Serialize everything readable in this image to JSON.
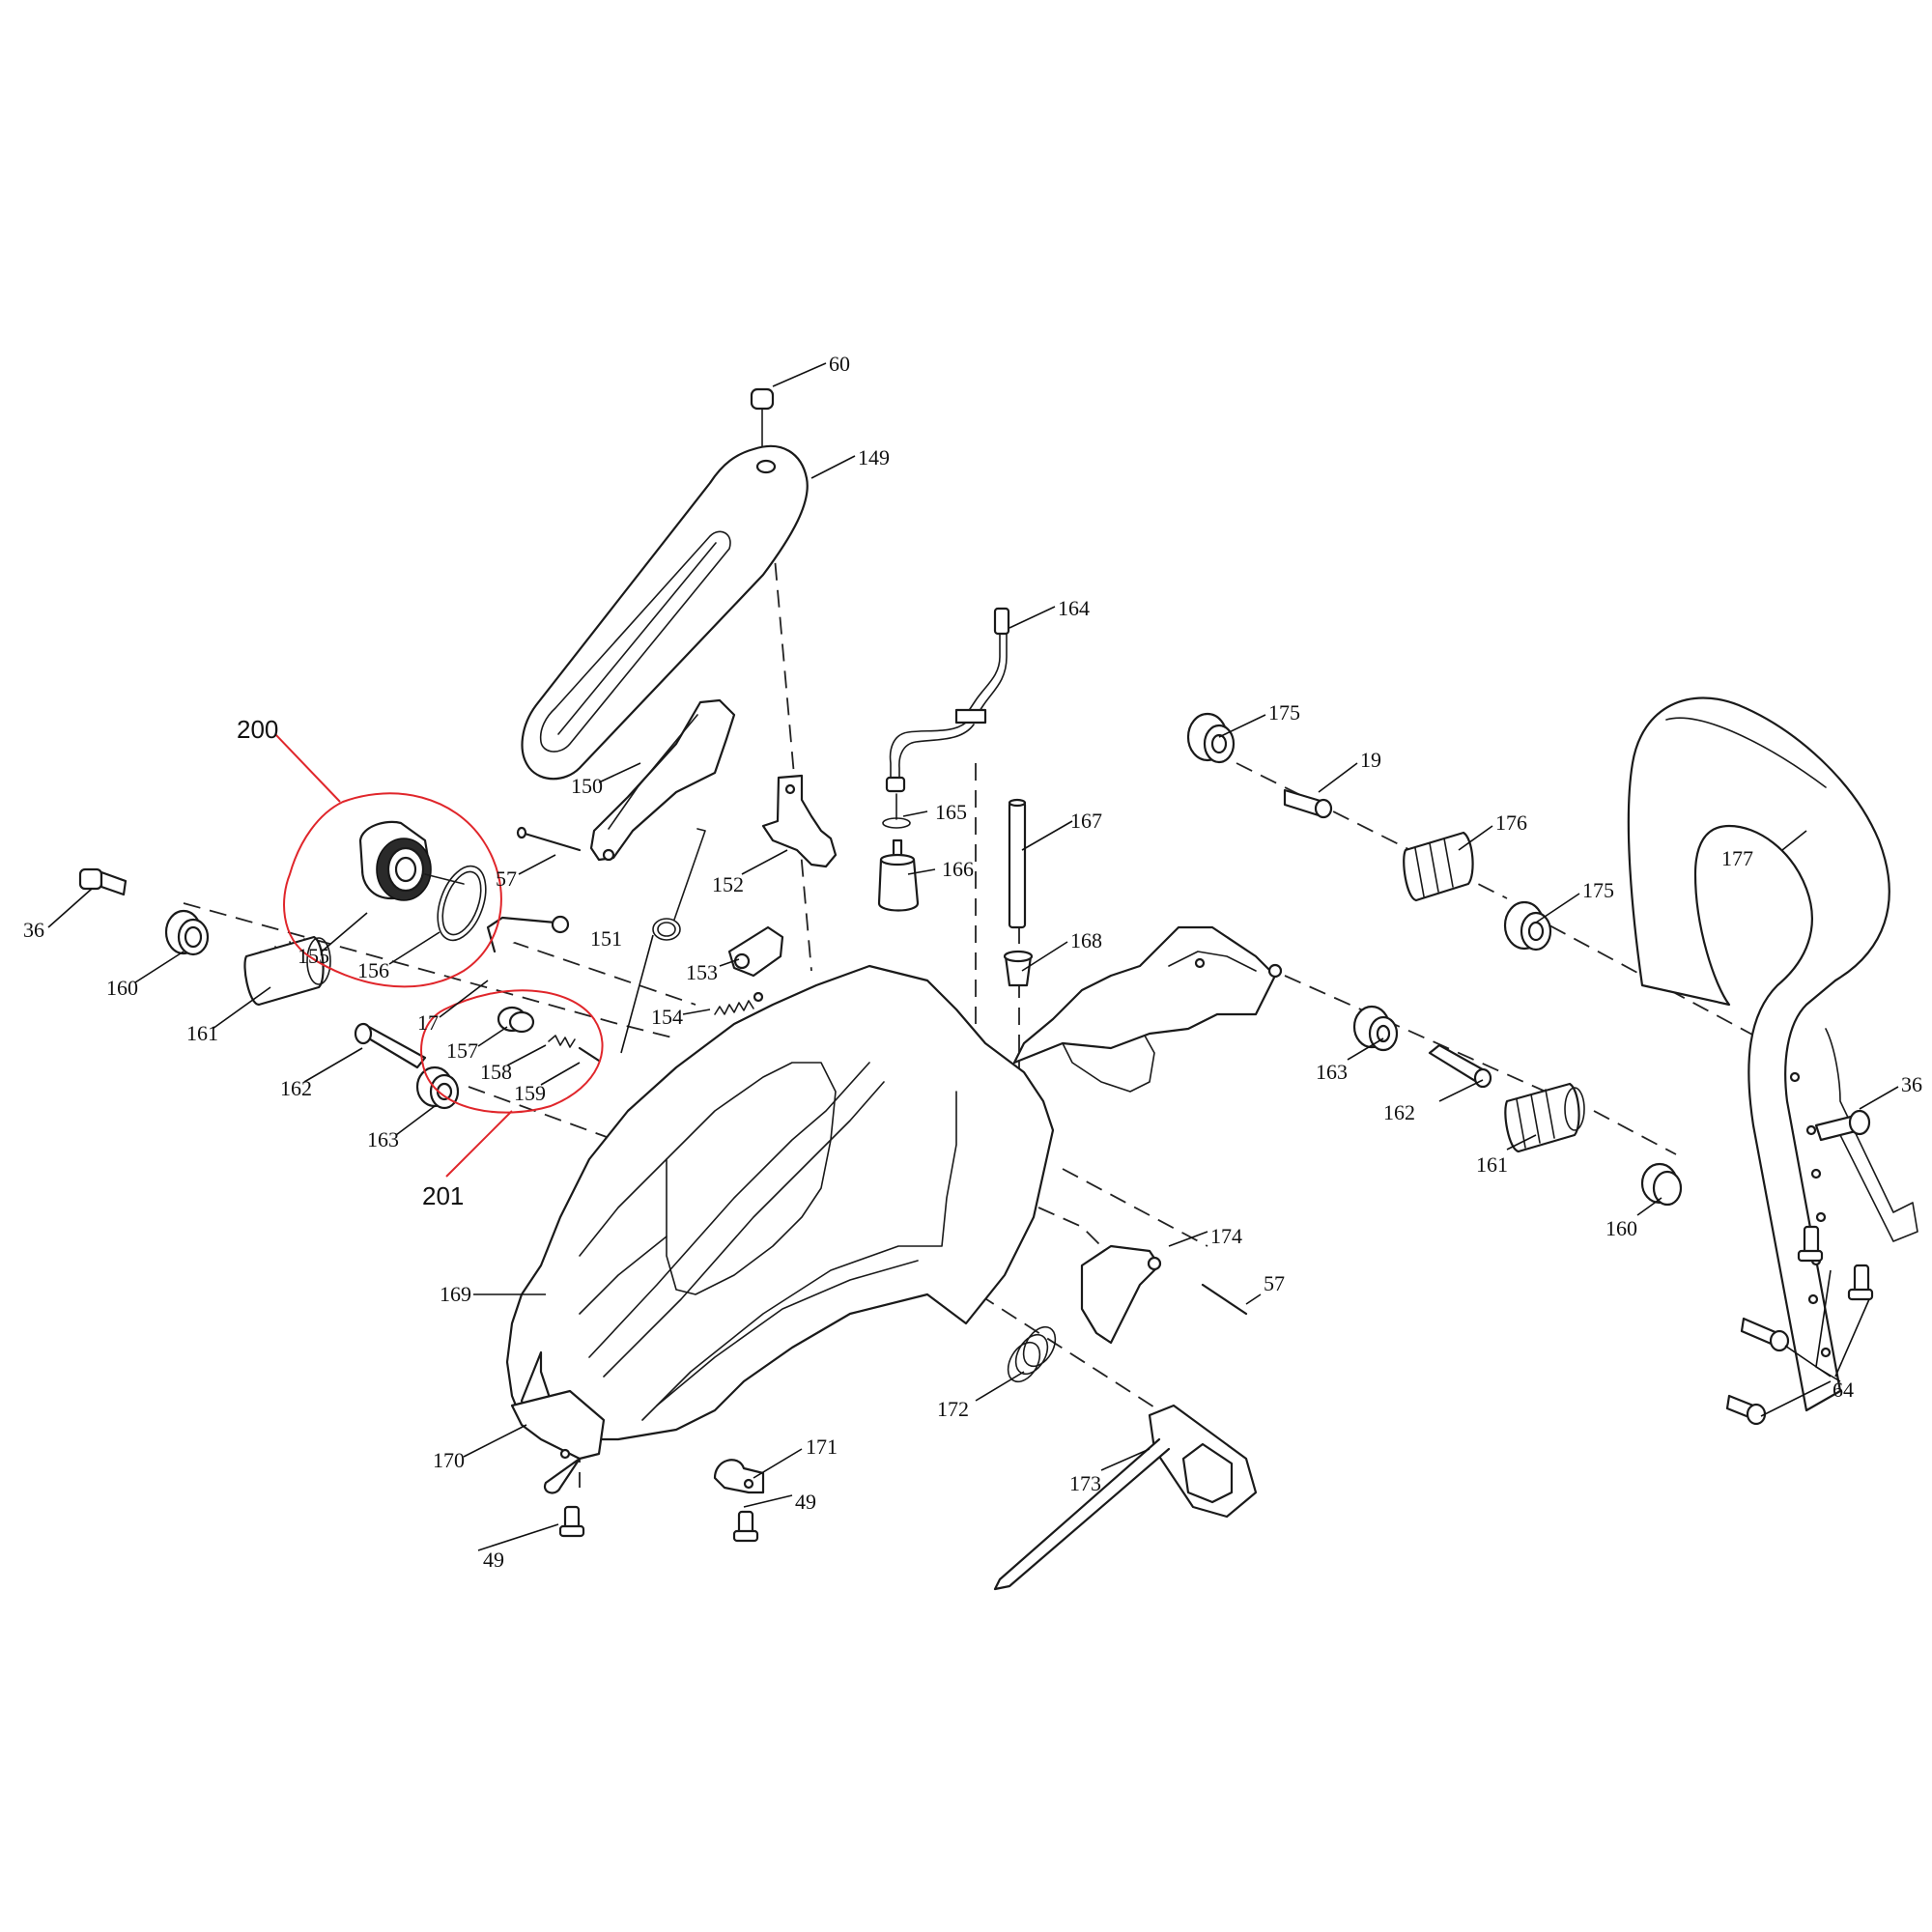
{
  "labels": {
    "p60": "60",
    "p149": "149",
    "p164": "164",
    "p150": "150",
    "p200": "200",
    "p57a": "57",
    "p155": "155",
    "p156": "156",
    "p17": "17",
    "p151": "151",
    "p152": "152",
    "p165": "165",
    "p166": "166",
    "p167": "167",
    "p168": "168",
    "p153": "153",
    "p154": "154",
    "p36a": "36",
    "p160a": "160",
    "p161a": "161",
    "p162a": "162",
    "p163a": "163",
    "p157": "157",
    "p158": "158",
    "p159": "159",
    "p201": "201",
    "p175a": "175",
    "p19": "19",
    "p176": "176",
    "p175b": "175",
    "p177": "177",
    "p163b": "163",
    "p162b": "162",
    "p161b": "161",
    "p36b": "36",
    "p160b": "160",
    "p174": "174",
    "p57b": "57",
    "p169": "169",
    "p172": "172",
    "p64": "64",
    "p170": "170",
    "p171": "171",
    "p49a": "49",
    "p49b": "49",
    "p173": "173"
  },
  "colors": {
    "callout": "#e0262b",
    "line": "#1a1a1a",
    "background": "#ffffff"
  }
}
